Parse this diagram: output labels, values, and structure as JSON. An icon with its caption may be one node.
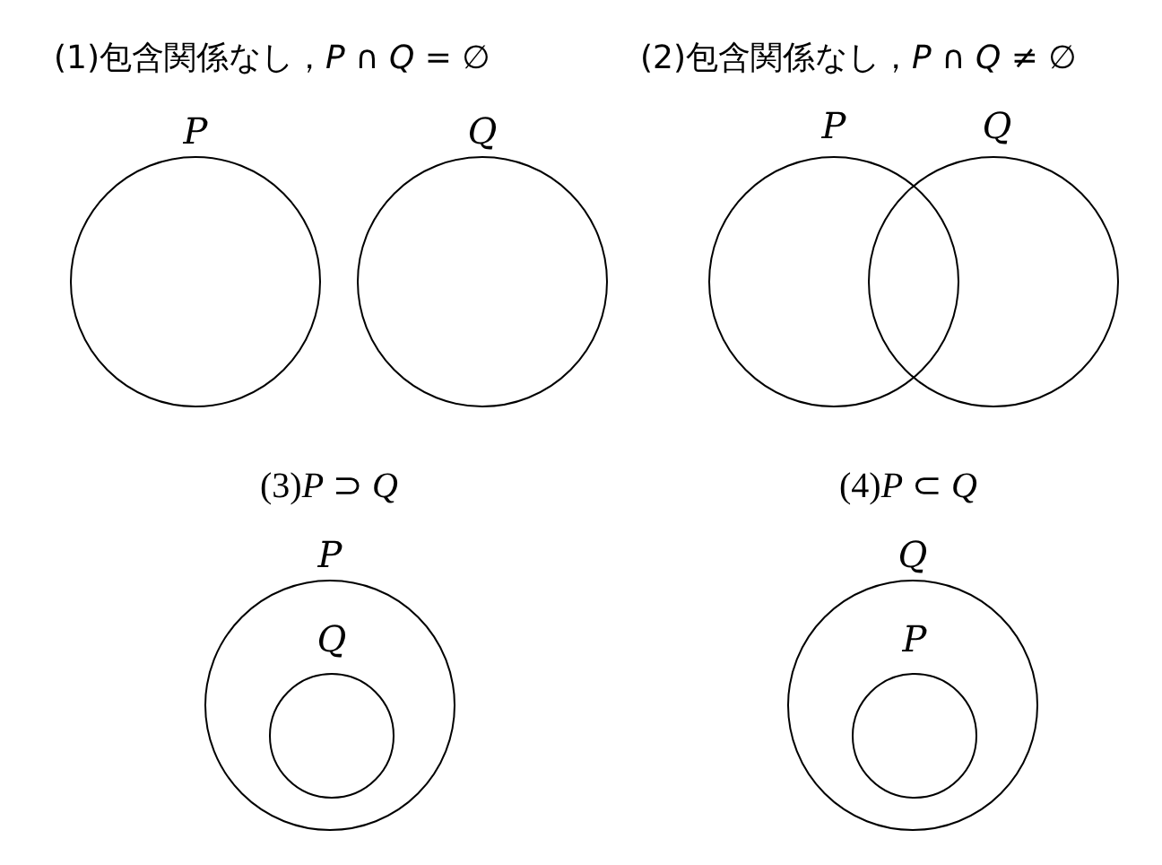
{
  "diagram": {
    "nodes": [
      {
        "text": [
          "P"
        ]
      },
      {
        "text": [
          "Q"
        ]
      },
      {
        "text": [
          "P"
        ]
      },
      {
        "text": [
          "Q"
        ]
      },
      {
        "text": [
          "P"
        ]
      },
      {
        "text": [
          "Q"
        ],
        "in": 4
      },
      {
        "text": [
          "Q"
        ]
      },
      {
        "text": [
          "P"
        ],
        "in": 6
      }
    ],
    "labels": [
      "(1)包含関係なし，*P* ∩ *Q* = ∅",
      "(2)包含関係なし，*P* ∩ *Q* ≠ ∅",
      "(3)*P* ⊃ *Q*",
      "(4)*P* ⊂ *Q*"
    ]
  }
}
